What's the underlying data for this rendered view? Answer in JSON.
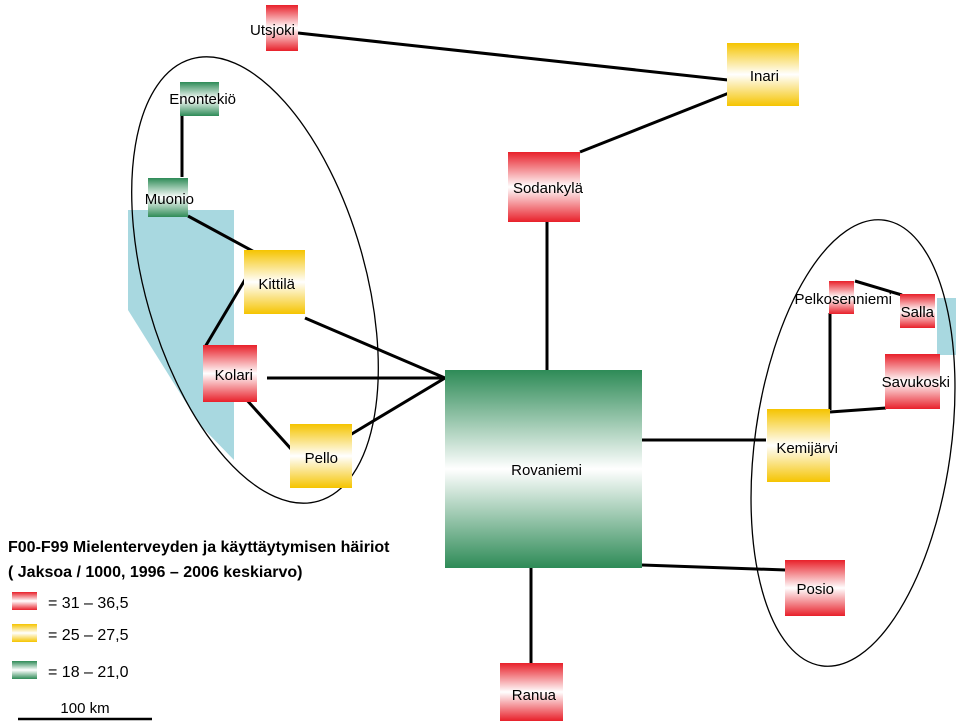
{
  "municipalities": {
    "utsjoki": {
      "name": "Utsjoki",
      "category": "red"
    },
    "inari": {
      "name": "Inari",
      "category": "yellow"
    },
    "enontekio": {
      "name": "Enontekiö",
      "category": "green"
    },
    "muonio": {
      "name": "Muonio",
      "category": "green"
    },
    "sodankyla": {
      "name": "Sodankylä",
      "category": "red"
    },
    "kittila": {
      "name": "Kittilä",
      "category": "yellow"
    },
    "pelkosenniemi": {
      "name": "Pelkosenniemi",
      "category": "red"
    },
    "salla": {
      "name": "Salla",
      "category": "red"
    },
    "kolari": {
      "name": "Kolari",
      "category": "red"
    },
    "savukoski": {
      "name": "Savukoski",
      "category": "red"
    },
    "pello": {
      "name": "Pello",
      "category": "yellow"
    },
    "rovaniemi": {
      "name": "Rovaniemi",
      "category": "green"
    },
    "kemijarvi": {
      "name": "Kemijärvi",
      "category": "yellow"
    },
    "posio": {
      "name": "Posio",
      "category": "red"
    },
    "ranua": {
      "name": "Ranua",
      "category": "red"
    }
  },
  "legend": {
    "title_line1": "F00-F99 Mielenterveyden ja käyttäytymisen häiriot",
    "title_line2": "( Jaksoa / 1000, 1996 – 2006 keskiarvo)",
    "items": [
      {
        "category": "red",
        "label": "= 31 – 36,5"
      },
      {
        "category": "yellow",
        "label": "= 25 – 27,5"
      },
      {
        "category": "green",
        "label": "= 18 – 21,0"
      }
    ]
  },
  "scale": {
    "label": "100 km"
  },
  "colors": {
    "red": "#e8202a",
    "yellow": "#f5c400",
    "green": "#2e8b57",
    "area": "#a8d8e0",
    "line": "#000000"
  }
}
